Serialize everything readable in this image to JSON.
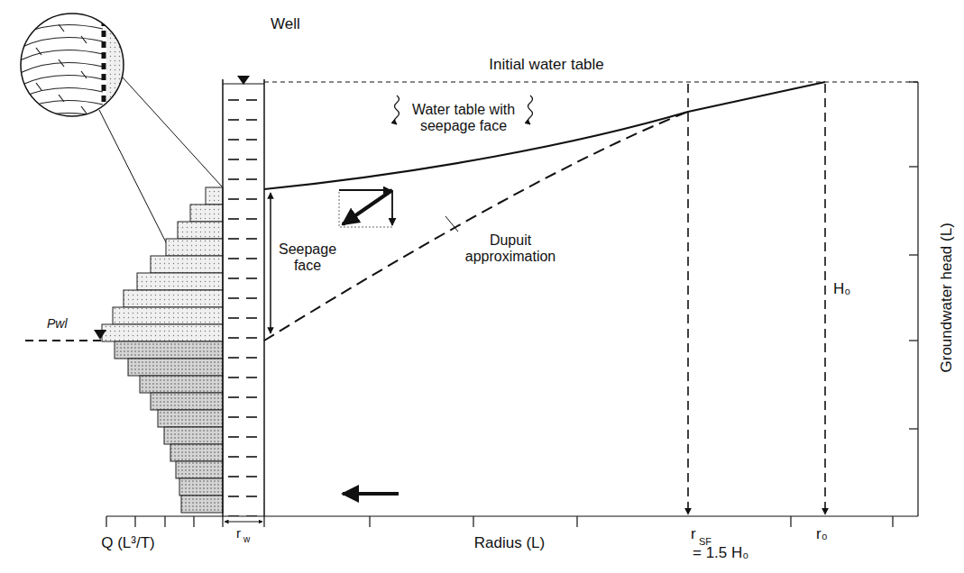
{
  "diagram": {
    "labels": [
      "Well",
      "Initial water table",
      "Water table with seepage face",
      "Dupuit approximation",
      "Seepage face",
      "H₀",
      "Groundwater head (L)",
      "Pwl",
      "Q (L³/T)",
      "r",
      "w",
      "Radius (L)",
      "r",
      "SF",
      "= 1.5 H₀",
      "r₀"
    ]
  }
}
